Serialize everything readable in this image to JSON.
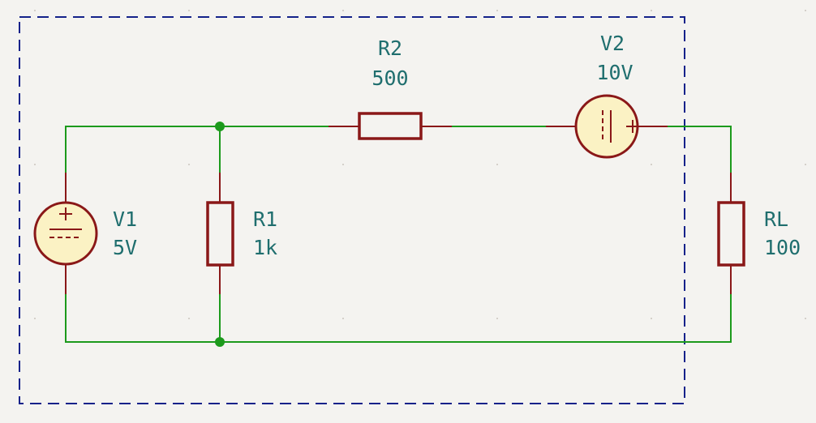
{
  "components": {
    "v1": {
      "ref": "V1",
      "value": "5V"
    },
    "r1": {
      "ref": "R1",
      "value": "1k"
    },
    "r2": {
      "ref": "R2",
      "value": "500"
    },
    "v2": {
      "ref": "V2",
      "value": "10V"
    },
    "rl": {
      "ref": "RL",
      "value": "100"
    }
  },
  "colors": {
    "background": "#f4f3f0",
    "wire": "#1c9a1c",
    "component_outline": "#8a1818",
    "source_fill": "#fbf2c4",
    "label_text": "#1f6e6e",
    "sheet_border": "#14228a"
  }
}
